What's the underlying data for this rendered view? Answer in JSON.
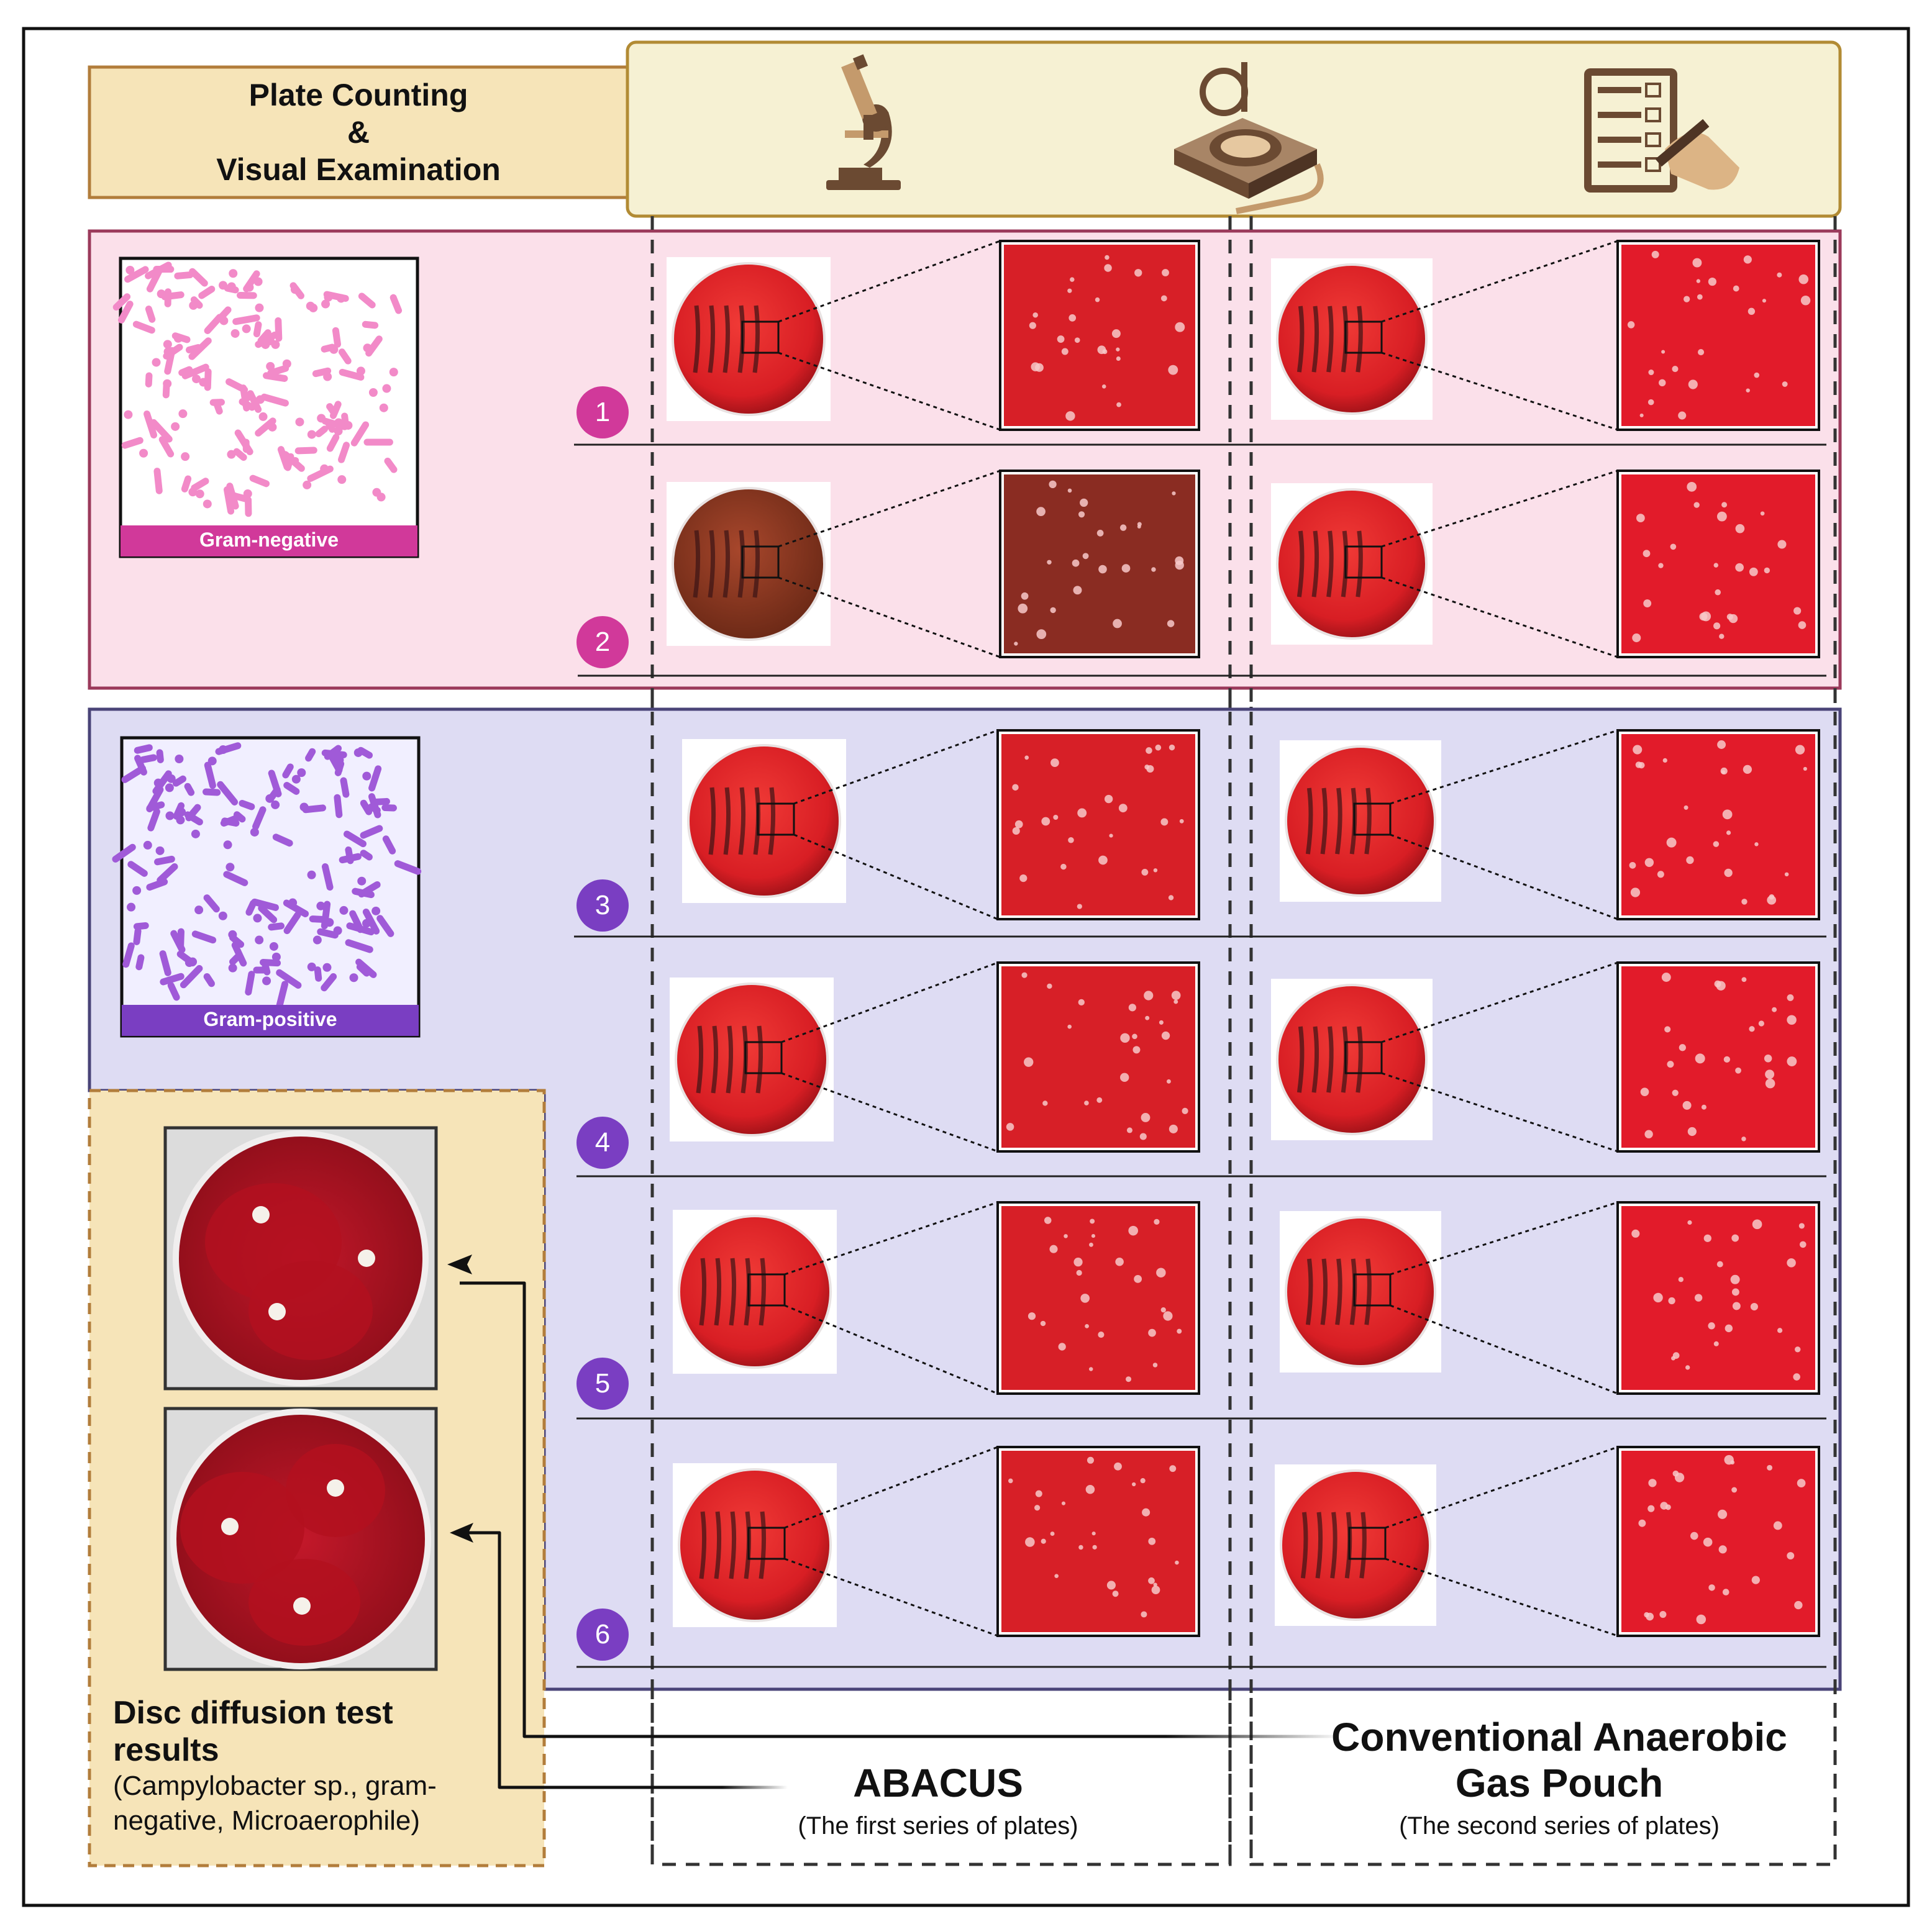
{
  "header": {
    "title_line1": "Plate Counting",
    "title_line2": "&",
    "title_line3": "Visual Examination",
    "icons": [
      "microscope-icon",
      "colony-counter-icon",
      "checklist-icon"
    ]
  },
  "groups": {
    "gram_negative": {
      "label": "Gram-negative",
      "rows": [
        "1",
        "2"
      ]
    },
    "gram_positive": {
      "label": "Gram-positive",
      "rows": [
        "3",
        "4",
        "5",
        "6"
      ]
    }
  },
  "disc_diffusion": {
    "title_line1": "Disc diffusion test",
    "title_line2": "results",
    "subtitle_line1": "(Campylobacter sp., gram-",
    "subtitle_line2": "negative, Microaerophile)"
  },
  "columns": {
    "abacus": {
      "name": "ABACUS",
      "subtitle": "(The first series of plates)"
    },
    "pouch": {
      "name_line1": "Conventional Anaerobic",
      "name_line2": "Gas Pouch",
      "subtitle": "(The second series of plates)"
    }
  },
  "colors": {
    "header_fill": "#f6e4b8",
    "header_border": "#b27d3b",
    "icon_fill": "#f6f1d3",
    "gram_negative_bg": "#fbe0ea",
    "gram_negative_border": "#9b3a5b",
    "gram_negative_accent": "#d1399a",
    "gram_positive_bg": "#dedcf3",
    "gram_positive_border": "#4a4478",
    "gram_positive_accent": "#7a3ec2",
    "plate_red": "#e32227"
  }
}
